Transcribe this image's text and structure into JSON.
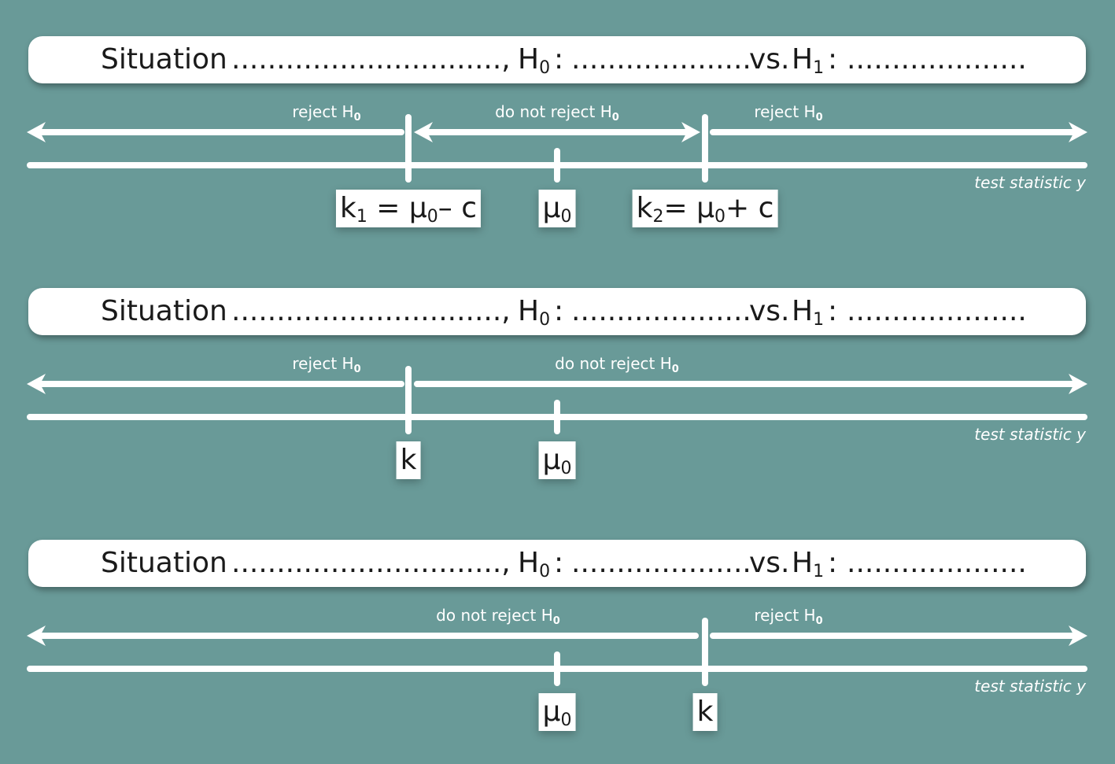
{
  "panels": [
    {
      "situation": {
        "word": "Situation",
        "dots1": "..............................,",
        "h0": "H",
        "h0_sub": "0",
        "colon1": ":",
        "dots2": "....................",
        "vs": "vs.",
        "h1": "H",
        "h1_sub": "1",
        "colon2": ":",
        "dots3": "...................."
      },
      "type": "two-sided",
      "regions": [
        {
          "label": "reject H",
          "sub": "0"
        },
        {
          "label": "do not reject H",
          "sub": "0"
        },
        {
          "label": "reject H",
          "sub": "0"
        }
      ],
      "ticks": [
        {
          "main": "k",
          "sub": "1",
          "rest": " = μ",
          "rest_sub": "0",
          "tail": "– c"
        },
        {
          "main": "μ",
          "sub": "0",
          "rest": "",
          "rest_sub": "",
          "tail": ""
        },
        {
          "main": "k",
          "sub": "2",
          "rest": "= μ",
          "rest_sub": "0",
          "tail": "+ c"
        }
      ],
      "axis_label": "test statistic y"
    },
    {
      "situation": {
        "word": "Situation",
        "dots1": "..............................,",
        "h0": "H",
        "h0_sub": "0",
        "colon1": ":",
        "dots2": "....................",
        "vs": "vs.",
        "h1": "H",
        "h1_sub": "1",
        "colon2": ":",
        "dots3": "...................."
      },
      "type": "left-sided",
      "regions": [
        {
          "label": "reject H",
          "sub": "0"
        },
        {
          "label": "do not reject H",
          "sub": "0"
        }
      ],
      "ticks": [
        {
          "main": "k",
          "sub": "",
          "rest": "",
          "rest_sub": "",
          "tail": ""
        },
        {
          "main": "μ",
          "sub": "0",
          "rest": "",
          "rest_sub": "",
          "tail": ""
        }
      ],
      "axis_label": "test statistic y"
    },
    {
      "situation": {
        "word": "Situation",
        "dots1": "..............................,",
        "h0": "H",
        "h0_sub": "0",
        "colon1": ":",
        "dots2": "....................",
        "vs": "vs.",
        "h1": "H",
        "h1_sub": "1",
        "colon2": ":",
        "dots3": "...................."
      },
      "type": "right-sided",
      "regions": [
        {
          "label": "do not reject H",
          "sub": "0"
        },
        {
          "label": "reject H",
          "sub": "0"
        }
      ],
      "ticks": [
        {
          "main": "μ",
          "sub": "0",
          "rest": "",
          "rest_sub": "",
          "tail": ""
        },
        {
          "main": "k",
          "sub": "",
          "rest": "",
          "rest_sub": "",
          "tail": ""
        }
      ],
      "axis_label": "test statistic y"
    }
  ]
}
